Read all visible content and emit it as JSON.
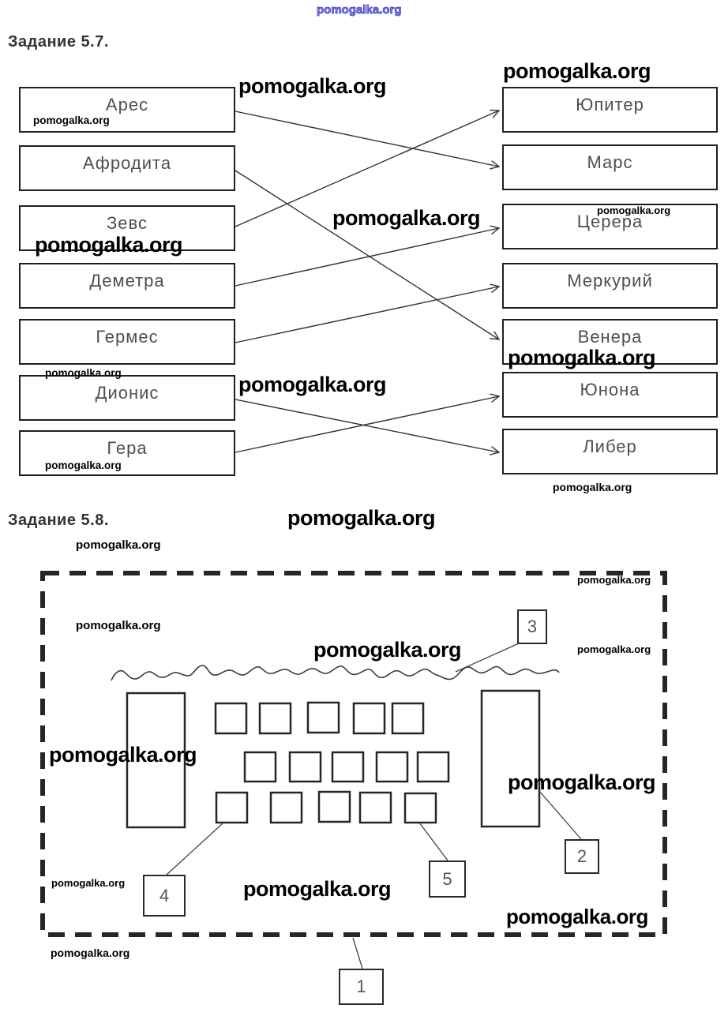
{
  "watermark": "pomogalka.org",
  "task_5_7": {
    "title": "Задание 5.7.",
    "greek_gods": [
      "Арес",
      "Афродита",
      "Зевс",
      "Деметра",
      "Гермес",
      "Дионис",
      "Гера"
    ],
    "roman_gods": [
      "Юпитер",
      "Марс",
      "Церера",
      "Меркурий",
      "Венера",
      "Юнона",
      "Либер"
    ],
    "matches": [
      [
        "Арес",
        "Марс"
      ],
      [
        "Афродита",
        "Венера"
      ],
      [
        "Зевс",
        "Юпитер"
      ],
      [
        "Деметра",
        "Церера"
      ],
      [
        "Гермес",
        "Меркурий"
      ],
      [
        "Дионис",
        "Либер"
      ],
      [
        "Гера",
        "Юнона"
      ]
    ]
  },
  "task_5_8": {
    "title": "Задание 5.8.",
    "markers": [
      "1",
      "2",
      "3",
      "4",
      "5"
    ]
  }
}
